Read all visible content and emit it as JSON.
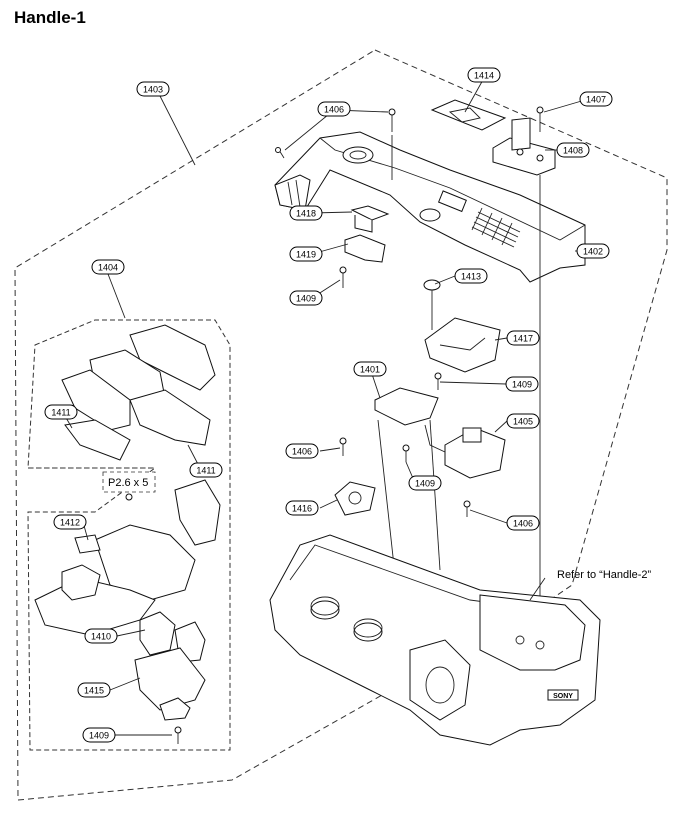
{
  "title": "Handle-1",
  "note_refer": "Refer to “Handle-2”",
  "note_screw": "P2.6 x 5",
  "parts": [
    "1403",
    "1414",
    "1406",
    "1407",
    "1408",
    "1418",
    "1402",
    "1419",
    "1413",
    "1409",
    "1404",
    "1417",
    "1401",
    "1405",
    "1411",
    "1406",
    "1416",
    "1412",
    "1410",
    "1415"
  ],
  "part_labels": {
    "p1401": "1401",
    "p1402": "1402",
    "p1403": "1403",
    "p1404": "1404",
    "p1405": "1405",
    "p1406a": "1406",
    "p1406b": "1406",
    "p1406c": "1406",
    "p1407": "1407",
    "p1408": "1408",
    "p1409a": "1409",
    "p1409b": "1409",
    "p1409c": "1409",
    "p1409d": "1409",
    "p1410": "1410",
    "p1411a": "1411",
    "p1411b": "1411",
    "p1412": "1412",
    "p1413": "1413",
    "p1414": "1414",
    "p1415": "1415",
    "p1416": "1416",
    "p1417": "1417",
    "p1418": "1418",
    "p1419": "1419"
  },
  "brand_mark": "SONY"
}
